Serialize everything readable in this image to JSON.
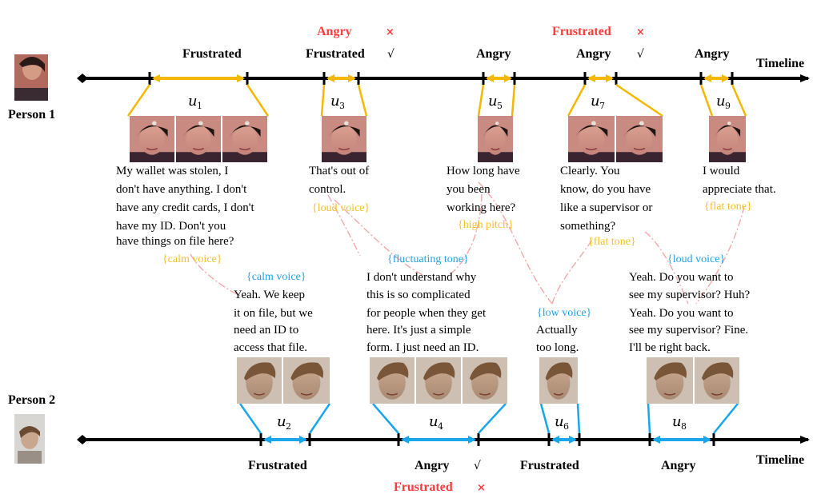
{
  "colors": {
    "person1_accent": "#f5b800",
    "person2_accent": "#1aa6ea",
    "error_red": "#ff3b3b",
    "cue_orange": "#f5c026",
    "cue_blue": "#1fa3e6",
    "dialog_flow": "#f6a8a8"
  },
  "persons": {
    "p1": {
      "label": "Person 1"
    },
    "p2": {
      "label": "Person 2"
    }
  },
  "timeline_label": "Timeline",
  "marks": {
    "wrong": "×",
    "correct": "√"
  },
  "utterances": [
    {
      "id": "u1",
      "sym": "u",
      "sub": "1",
      "emotion": "Frustrated",
      "text": [
        "My wallet was stolen, I",
        "don't have anything.  I don't",
        "have any credit cards, I don't",
        "have my ID.  Don't you",
        "have things on file here?"
      ],
      "cue": "{calm voice}"
    },
    {
      "id": "u2",
      "sym": "u",
      "sub": "2",
      "emotion": "Frustrated",
      "text": [
        "Yeah.  We keep",
        "it on file, but we",
        "need an ID to",
        "access that file."
      ],
      "cue": "{calm voice}"
    },
    {
      "id": "u3",
      "sym": "u",
      "sub": "3",
      "emotion": "Frustrated",
      "predicted": "Angry",
      "pred_mark": "×",
      "true_mark": "√",
      "text": [
        "That's out of",
        "control."
      ],
      "cue": "{loud voice}"
    },
    {
      "id": "u4",
      "sym": "u",
      "sub": "4",
      "emotion": "Angry",
      "true_mark": "√",
      "predicted": "Frustrated",
      "pred_mark": "×",
      "text": [
        "I don't understand why",
        "this is so complicated",
        "for people when they get",
        "here.  It's just a simple",
        "form.  I just need an ID."
      ],
      "cue": "{fluctuating tone}"
    },
    {
      "id": "u5",
      "sym": "u",
      "sub": "5",
      "emotion": "Angry",
      "text": [
        "How long have",
        "you been",
        "working here?"
      ],
      "cue": "{high pitch}"
    },
    {
      "id": "u6",
      "sym": "u",
      "sub": "6",
      "emotion": "Frustrated",
      "text": [
        "Actually",
        "too long."
      ],
      "cue": "{low voice}"
    },
    {
      "id": "u7",
      "sym": "u",
      "sub": "7",
      "emotion": "Angry",
      "true_mark": "√",
      "predicted": "Frustrated",
      "pred_mark": "×",
      "text": [
        "Clearly.  You",
        "know, do you have",
        "like a supervisor or",
        "something?"
      ],
      "cue": "{flat tone}"
    },
    {
      "id": "u8",
      "sym": "u",
      "sub": "8",
      "emotion": "Angry",
      "text": [
        "Yeah.  Do you want to",
        "see my supervisor?  Huh?",
        "Yeah.  Do you want to",
        "see my supervisor?  Fine.",
        "I'll be right back."
      ],
      "cue": "{loud voice}"
    },
    {
      "id": "u9",
      "sym": "u",
      "sub": "9",
      "emotion": "Angry",
      "text": [
        "I would",
        "appreciate that."
      ],
      "cue": "{flat tone}"
    }
  ]
}
